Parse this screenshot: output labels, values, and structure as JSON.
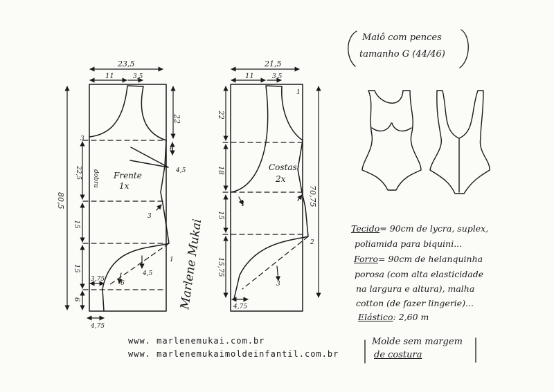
{
  "title": {
    "line1": "Maiô com pences",
    "line2": "tamanho G (44/46)"
  },
  "front": {
    "label": "Frente",
    "qty": "1x",
    "fold": "dobra",
    "dim_width": "23,5",
    "dim_top_left": "11",
    "dim_top_right": "3,5",
    "dim_right_top": "22",
    "dim_left_total": "80,5",
    "dim_left_a": "22,5",
    "dim_left_b": "15",
    "dim_left_c": "15",
    "dim_left_d": "6",
    "mark_3_top": "3",
    "mark_6": "6",
    "mark_4_5": "4,5",
    "mark_3_mid": "3",
    "mark_1": "1",
    "mark_3_75": "3,75",
    "mark_6_leg": "6",
    "mark_4_5_leg": "4,5",
    "dim_bottom": "4,75"
  },
  "back": {
    "label": "Costas",
    "qty": "2x",
    "dim_width": "21,5",
    "dim_top_left": "11",
    "dim_top_right": "3,5",
    "dim_left_a": "22",
    "dim_left_b": "18",
    "dim_left_c": "15",
    "dim_left_d": "15,75",
    "dim_right_total": "70,75",
    "mark_1_top": "1",
    "mark_1_mid": "1",
    "mark_2": "2",
    "mark_3": "3",
    "dim_bottom": "4,75"
  },
  "materials": {
    "fabric_label": "Tecido",
    "fabric_text": "= 90cm de lycra, suplex,",
    "fabric_text2": "poliamida para biquini...",
    "lining_label": "Forro",
    "lining_text": "= 90cm de helanquinha",
    "lining_text2": "porosa (com alta elasticidade",
    "lining_text3": "na largura e altura), malha",
    "lining_text4": "cotton (de fazer lingerie)...",
    "elastic_label": "Elástico",
    "elastic_text": ": 2,60 m"
  },
  "note": {
    "line1": "Molde sem margem",
    "line2": "de costura"
  },
  "signature": "Marlene Mukai",
  "urls": [
    "www. marlenemukai.com.br",
    "www. marlenemukaimoldeinfantil.com.br"
  ]
}
